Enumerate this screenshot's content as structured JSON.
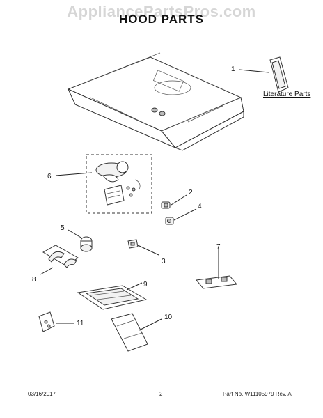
{
  "watermark": "AppliancePartsPros.com",
  "title": "HOOD PARTS",
  "literature_label": "Literature Parts",
  "callouts": [
    "1",
    "2",
    "3",
    "4",
    "5",
    "6",
    "7",
    "8",
    "9",
    "10",
    "11"
  ],
  "footer": {
    "date": "03/16/2017",
    "page": "2",
    "part_number": "Part No. W11105979  Rev. A"
  }
}
